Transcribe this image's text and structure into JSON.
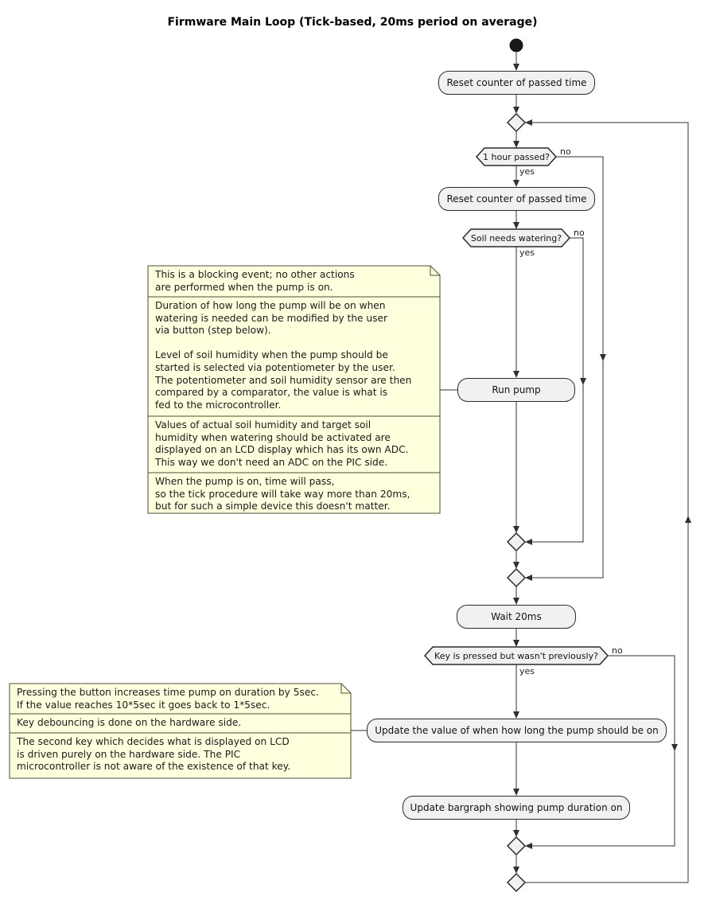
{
  "title": "Firmware Main Loop (Tick-based, 20ms period on average)",
  "edge_labels": {
    "yes": "yes",
    "no": "no"
  },
  "activities": {
    "reset_counter_top": "Reset counter of passed time",
    "reset_counter_hourly": "Reset counter of passed time",
    "run_pump": "Run pump",
    "wait_20ms": "Wait 20ms",
    "update_pump_on_value": "Update the value of when how long the pump should be on",
    "update_bargraph": "Update bargraph showing pump duration on"
  },
  "decisions": {
    "hour_passed": "1 hour passed?",
    "soil_needs_watering": "Soil needs watering?",
    "key_pressed": "Key is pressed but wasn't previously?"
  },
  "notes": {
    "run_pump": [
      "This is a blocking event; no other actions\nare performed when the pump is on.",
      "Duration of how long the pump will be on when\nwatering is needed can be modified by the user\nvia button (step below).\n\nLevel of soil humidity when the pump should be\nstarted is selected via potentiometer by the user.\nThe potentiometer and soil humidity sensor are then\ncompared by a comparator, the value is what is\nfed to the microcontroller.",
      "Values of actual soil humidity and target soil\nhumidity when watering should be activated are\ndisplayed on an LCD display which has its own ADC.\nThis way we don't need an ADC on the PIC side.",
      "When the pump is on, time will pass,\nso the tick procedure will take way more than 20ms,\nbut for such a simple device this doesn't matter."
    ],
    "key_update": [
      "Pressing the button increases time pump on duration by 5sec.\nIf the value reaches 10*5sec it goes back to 1*5sec.",
      "Key debouncing is done on the hardware side.",
      "The second key which decides what is displayed on LCD\nis driven purely on the hardware side. The PIC\nmicrocontroller is not aware of the existence of that key."
    ]
  },
  "colors": {
    "activity_fill": "#F1F1F1",
    "line": "#303030",
    "note_fill": "#FEFFDD",
    "note_border": "#4e4e38"
  }
}
